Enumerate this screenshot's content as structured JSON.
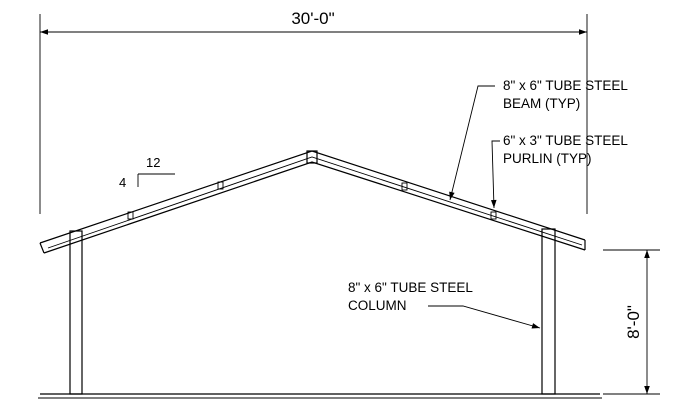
{
  "drawing": {
    "overall_width_dim": "30'-0\"",
    "column_height_dim": "8'-0\"",
    "slope": {
      "rise": "4",
      "run": "12"
    },
    "callouts": {
      "beam": {
        "line1": "8\" x 6\" TUBE STEEL",
        "line2": "BEAM (TYP)"
      },
      "purlin": {
        "line1": "6\" x 3\" TUBE STEEL",
        "line2": "PURLIN (TYP)"
      },
      "column": {
        "line1": "8\" x 6\" TUBE STEEL",
        "line2": "COLUMN"
      }
    }
  }
}
